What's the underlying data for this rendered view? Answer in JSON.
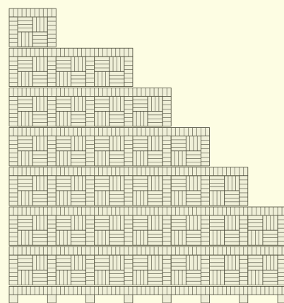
{
  "pattern": {
    "rows": 7,
    "row_block_counts": [
      1,
      3,
      4,
      5,
      6,
      7,
      7
    ],
    "tile_style": "parquet-quadrant",
    "colors": {
      "background": "#fdfde3",
      "tile_fill": "#efefd8",
      "tile_shade": "#dcdcc2",
      "line": "#4a4a3a",
      "frame": "#6a6a55"
    }
  }
}
